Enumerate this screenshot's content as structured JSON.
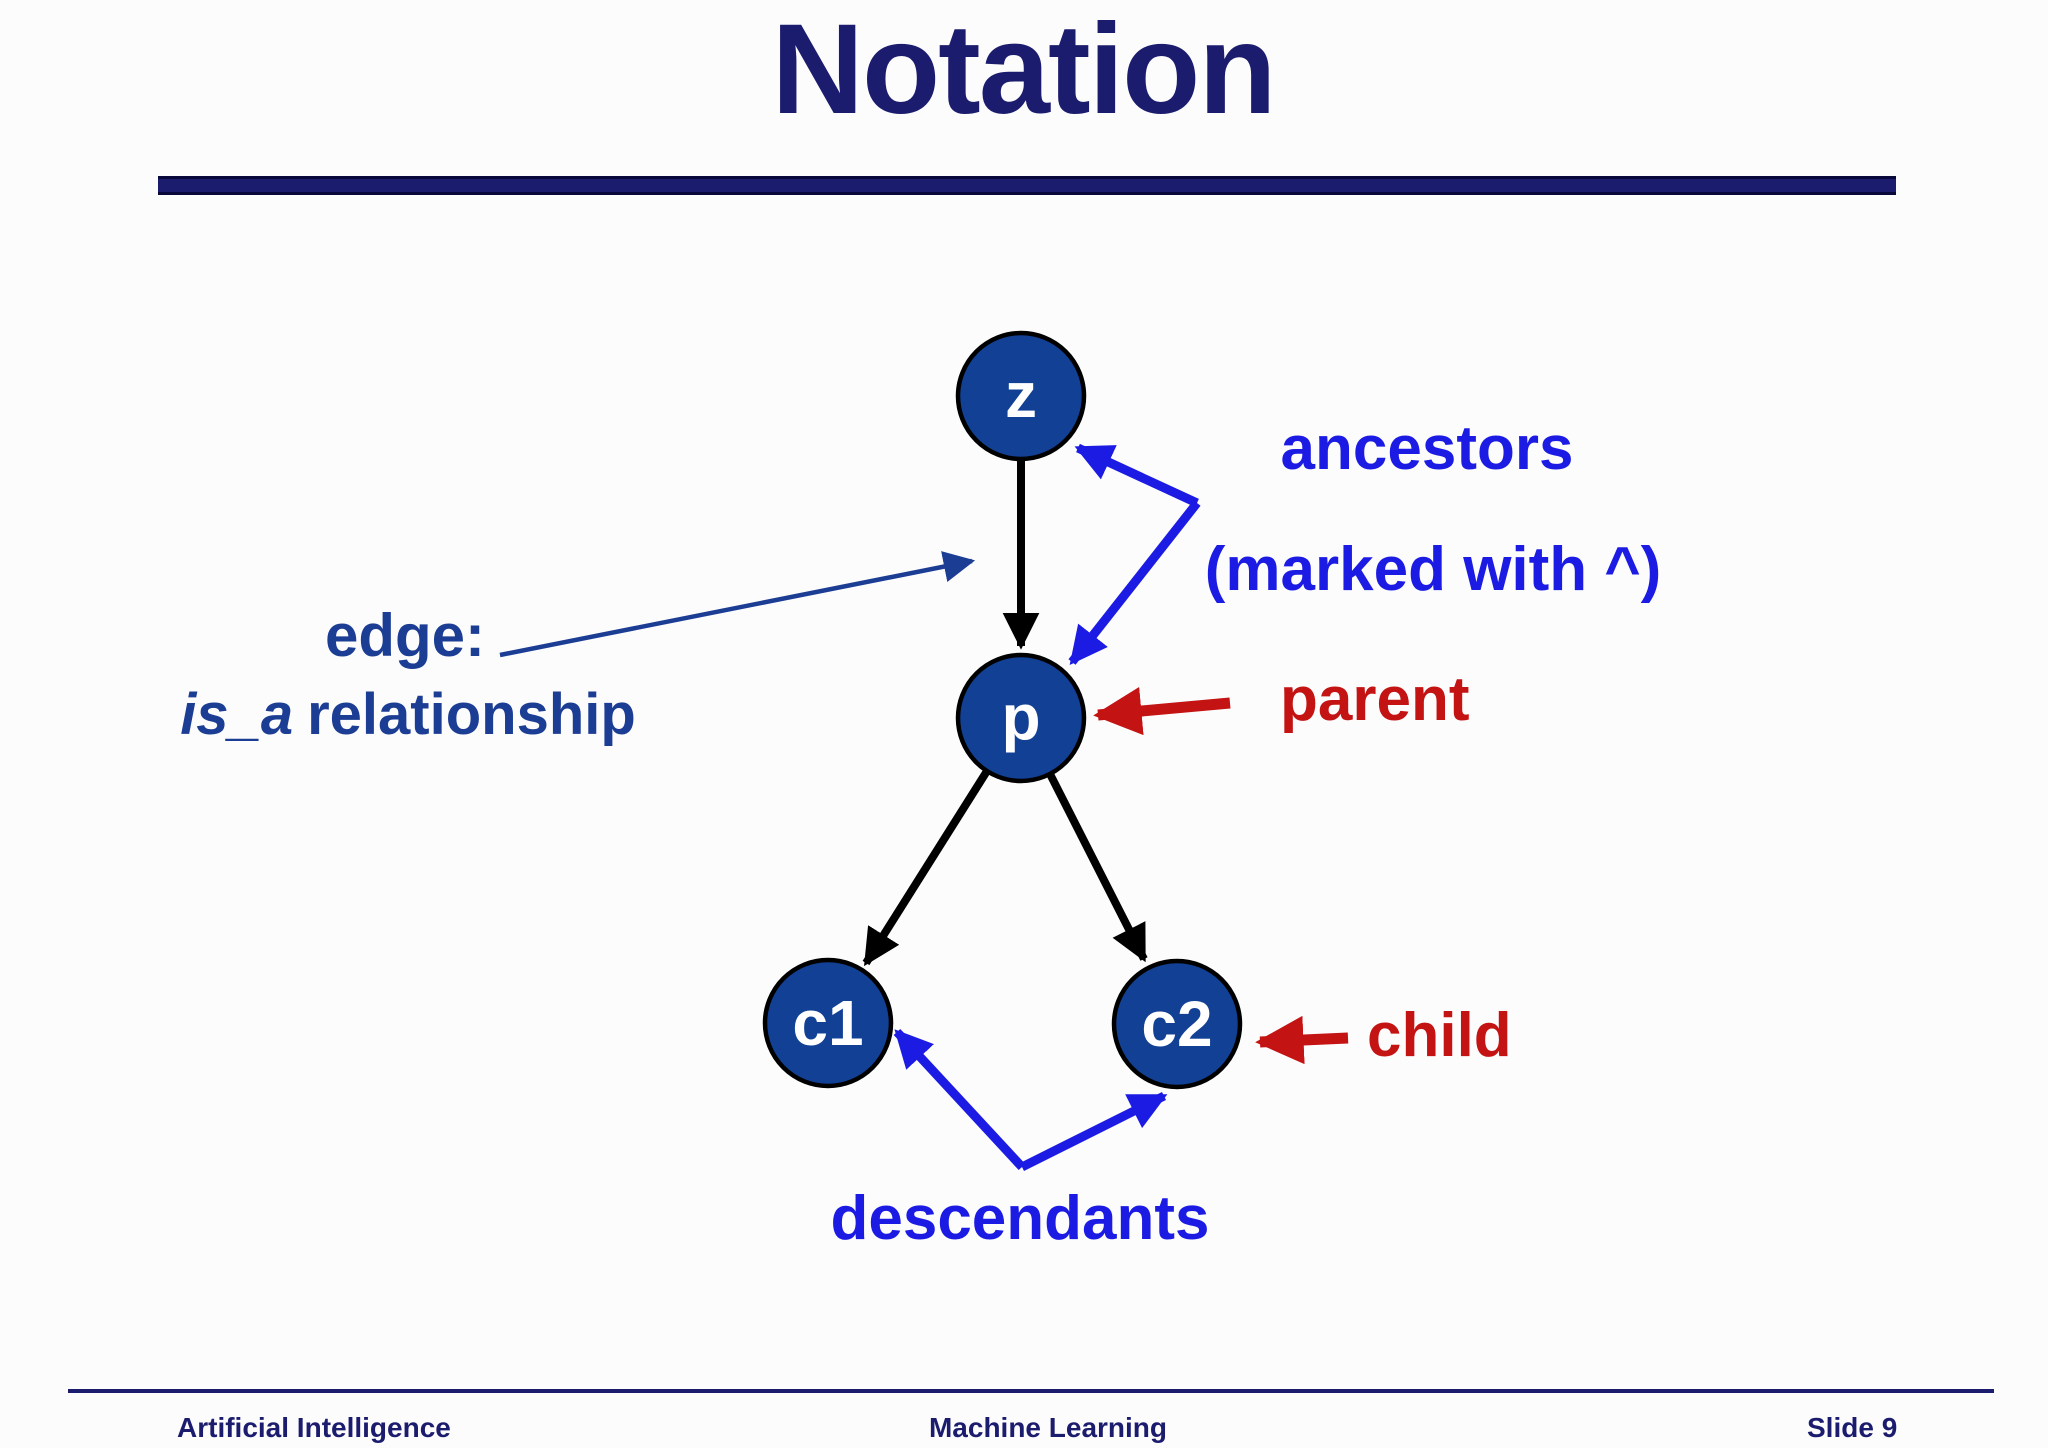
{
  "colors": {
    "navy": "#1c1c6e",
    "node-fill": "#124095",
    "node-stroke": "#000000",
    "bright-blue": "#1b1be4",
    "label-blue": "#1c3d94",
    "red": "#c31313",
    "edge-black": "#000000",
    "background": "#fcfcfd"
  },
  "slide": {
    "title": "Notation",
    "footer": {
      "left": "Artificial Intelligence",
      "center": "Machine Learning",
      "right": "Slide 9"
    }
  },
  "diagram": {
    "nodes": {
      "z": {
        "label": "z"
      },
      "p": {
        "label": "p"
      },
      "c1": {
        "label": "c1"
      },
      "c2": {
        "label": "c2"
      }
    },
    "callouts": {
      "ancestors_line1": "ancestors",
      "ancestors_line2": "(marked with ^)",
      "parent": "parent",
      "child": "child",
      "descendants": "descendants",
      "edge_title": "edge:",
      "edge_italic": "is_a",
      "edge_rest": "relationship"
    }
  }
}
